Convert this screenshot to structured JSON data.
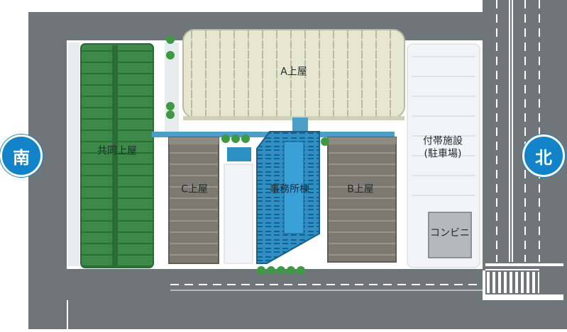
{
  "map": {
    "compass": {
      "south": "南",
      "north": "北"
    },
    "labels": {
      "joint_shed": "共同上屋",
      "a_shed": "A上屋",
      "b_shed": "B上屋",
      "c_shed": "C上屋",
      "office": "事務所棟",
      "facility_line1": "付帯施設",
      "facility_line2": "(駐車場)",
      "convenience": "コンビニ"
    },
    "colors": {
      "road": "#6f7679",
      "lane_marking": "#ffffff",
      "site": "#ffffff",
      "joint_shed": "#3c8a48",
      "a_shed": "#e6e7d0",
      "bc_shed": "#7d7a72",
      "office": "#2e8fc4",
      "walkway": "#4c9ec9",
      "compass": "#1283c9",
      "tree": "#3d9a42",
      "parking_lot": "#f2f4f6",
      "store": "#b7b8ba"
    }
  }
}
